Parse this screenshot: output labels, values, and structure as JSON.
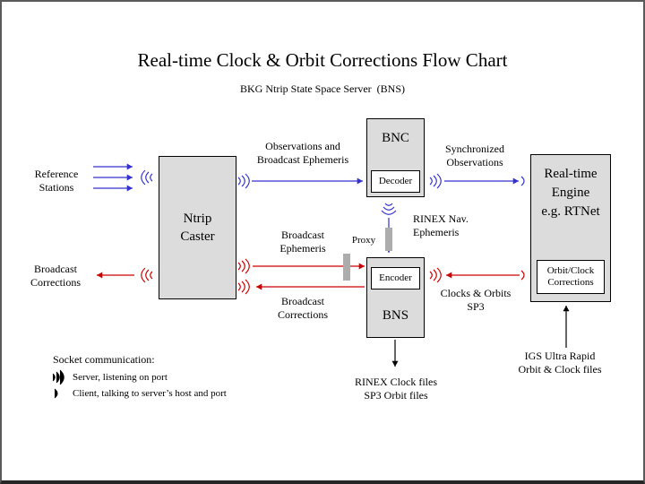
{
  "page": {
    "title": "Real-time Clock & Orbit Corrections Flow Chart",
    "subtitle": "BKG Ntrip State Space Server  (BNS)"
  },
  "boxes": {
    "ntrip_caster": "Ntrip\nCaster",
    "bnc": "BNC",
    "decoder": "Decoder",
    "encoder": "Encoder",
    "bns": "BNS",
    "rtnet": "Real-time\nEngine\ne.g. RTNet",
    "orbit_clock": "Orbit/Clock\nCorrections"
  },
  "labels": {
    "reference_stations": "Reference\nStations",
    "broadcast_corrections_out": "Broadcast\nCorrections",
    "observations_ephemeris": "Observations and\nBroadcast Ephemeris",
    "synchronized_observations": "Synchronized\nObservations",
    "rinex_nav_ephemeris": "RINEX Nav.\nEphemeris",
    "broadcast_ephemeris": "Broadcast\nEphemeris",
    "proxy": "Proxy",
    "broadcast_corrections_mid": "Broadcast\nCorrections",
    "clocks_orbits": "Clocks & Orbits\nSP3",
    "rinex_clock_files": "RINEX Clock files\nSP3 Orbit files",
    "igs_ultra_rapid": "IGS Ultra Rapid\nOrbit & Clock files"
  },
  "legend": {
    "title": "Socket communication:",
    "server": "Server, listening on port",
    "client": "Client, talking to server’s host and port"
  },
  "colors": {
    "blue": "#3333CC",
    "red": "#CC0000",
    "black": "#000000",
    "box_fill": "#DCDCDC",
    "proxy_bar": "#ADADAD"
  }
}
